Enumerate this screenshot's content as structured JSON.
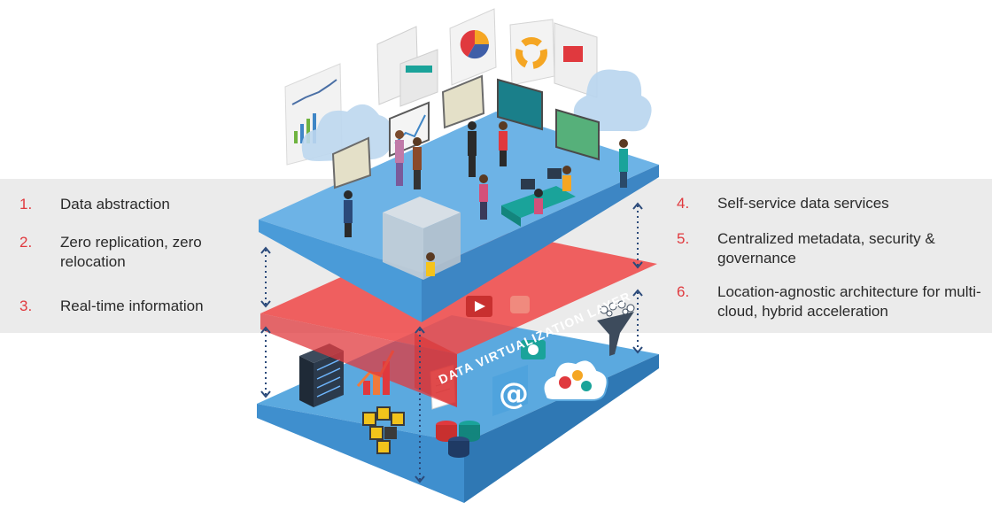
{
  "layer_label": "DATA VIRTUALIZATION LAYER",
  "features_left": [
    {
      "num": "1.",
      "text": "Data abstraction"
    },
    {
      "num": "2.",
      "text": "Zero replication, zero relocation"
    },
    {
      "num": "3.",
      "text": "Real-time information"
    }
  ],
  "features_right": [
    {
      "num": "4.",
      "text": "Self-service data services"
    },
    {
      "num": "5.",
      "text": "Centralized metadata, security & governance"
    },
    {
      "num": "6.",
      "text": "Location-agnostic architecture for multi-cloud, hybrid acceleration"
    }
  ],
  "colors": {
    "accent_red": "#e0393e",
    "platform_blue": "#5ba9df",
    "layer_red": "#ef4b4b",
    "band_gray": "#ebebeb"
  },
  "icons": [
    "cloud-icon",
    "server-rack-icon",
    "database-icon",
    "cubes-icon",
    "email-at-icon",
    "cloud-gears-icon",
    "funnel-icon",
    "growth-chart-icon",
    "play-icon",
    "pie-chart-icon",
    "donut-chart-icon",
    "world-map-icon"
  ]
}
